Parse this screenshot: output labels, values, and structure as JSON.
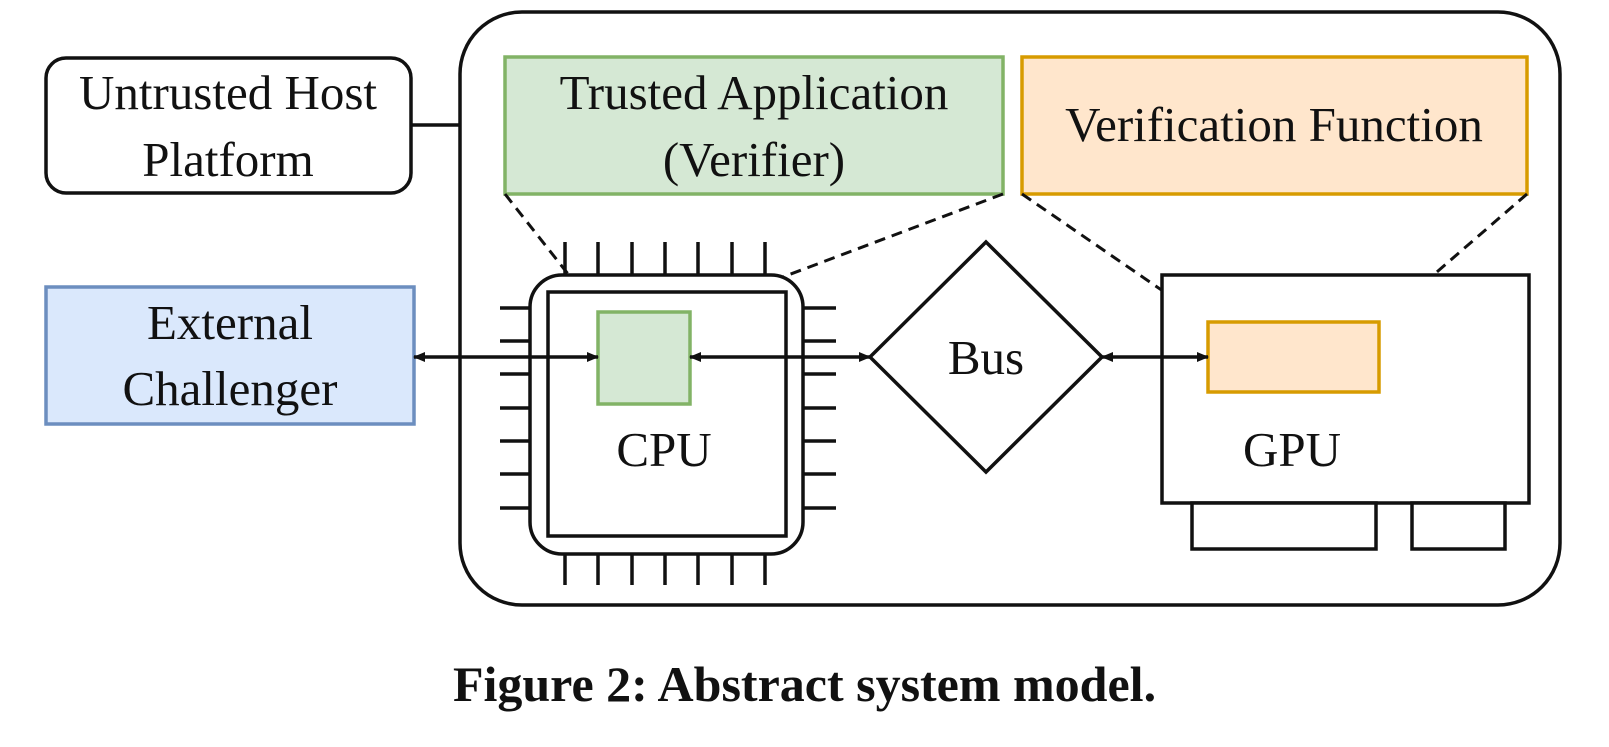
{
  "boxes": {
    "untrusted_host": {
      "line1": "Untrusted Host",
      "line2": "Platform"
    },
    "trusted_app": {
      "line1": "Trusted Application",
      "line2": "(Verifier)",
      "fill": "#d5e8d4",
      "stroke": "#82b366"
    },
    "verification_function": {
      "text": "Verification Function",
      "fill": "#ffe6cc",
      "stroke": "#d79b00"
    },
    "external_challenger": {
      "line1": "External",
      "line2": "Challenger",
      "fill": "#dae8fc",
      "stroke": "#6c8ebf"
    }
  },
  "components": {
    "cpu": "CPU",
    "bus": "Bus",
    "gpu": "GPU"
  },
  "caption": "Figure 2: Abstract system model."
}
